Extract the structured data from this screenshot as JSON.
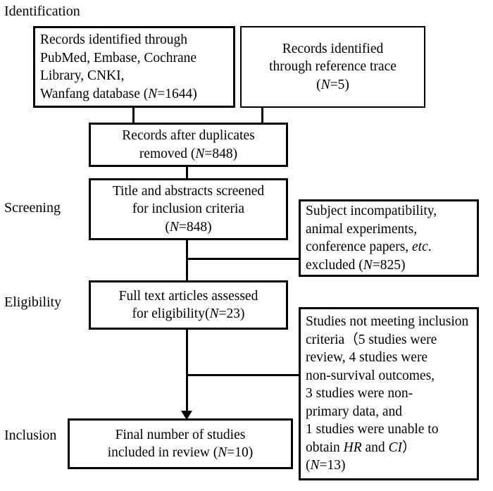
{
  "figure": {
    "type": "prisma-flow-diagram",
    "stages": [
      {
        "id": "identification",
        "label": "Identification"
      },
      {
        "id": "screening",
        "label": "Screening"
      },
      {
        "id": "eligibility",
        "label": "Eligibility"
      },
      {
        "id": "inclusion",
        "label": "Inclusion"
      }
    ],
    "nodes": {
      "records_databases": {
        "lines": [
          "Records identified through",
          "PubMed, Embase, Cochrane",
          "Library, CNKI,",
          "Wanfang database (N=1644)"
        ],
        "count_label": "N=1644",
        "count": 1644,
        "align": "left"
      },
      "records_reference": {
        "lines": [
          "Records identified",
          "through reference trace",
          "(N=5)"
        ],
        "count_label": "N=5",
        "count": 5,
        "align": "center"
      },
      "duplicates_removed": {
        "lines": [
          "Records after duplicates",
          "removed (N=848)"
        ],
        "count_label": "N=848",
        "count": 848,
        "align": "center"
      },
      "title_abstract_screened": {
        "lines": [
          "Title and abstracts screened",
          "for inclusion criteria",
          "(N=848)"
        ],
        "count_label": "N=848",
        "count": 848,
        "align": "center"
      },
      "excluded_screening": {
        "lines": [
          "Subject incompatibility,",
          "animal experiments,",
          "conference papers, etc.",
          "excluded (N=825)"
        ],
        "count_label": "N=825",
        "count": 825,
        "align": "left"
      },
      "fulltext_assessed": {
        "lines": [
          "Full text articles assessed",
          "for eligibility(N=23)"
        ],
        "count_label": "N=23",
        "count": 23,
        "align": "center"
      },
      "excluded_eligibility": {
        "lines": [
          "Studies not meeting inclusion",
          "criteria（5 studies were",
          "review, 4 studies were",
          "non-survival outcomes,",
          "3 studies were non-",
          "primary data, and",
          "1 studies were unable to",
          "obtain HR and CI）",
          "(N=13)"
        ],
        "count_label": "N=13",
        "count": 13,
        "align": "left"
      },
      "final_included": {
        "lines": [
          "Final number of studies",
          "included in review (N=10)"
        ],
        "count_label": "N=10",
        "count": 10,
        "align": "center"
      }
    },
    "colors": {
      "stroke": "#000000",
      "background": "#ffffff",
      "text": "#000000"
    }
  }
}
